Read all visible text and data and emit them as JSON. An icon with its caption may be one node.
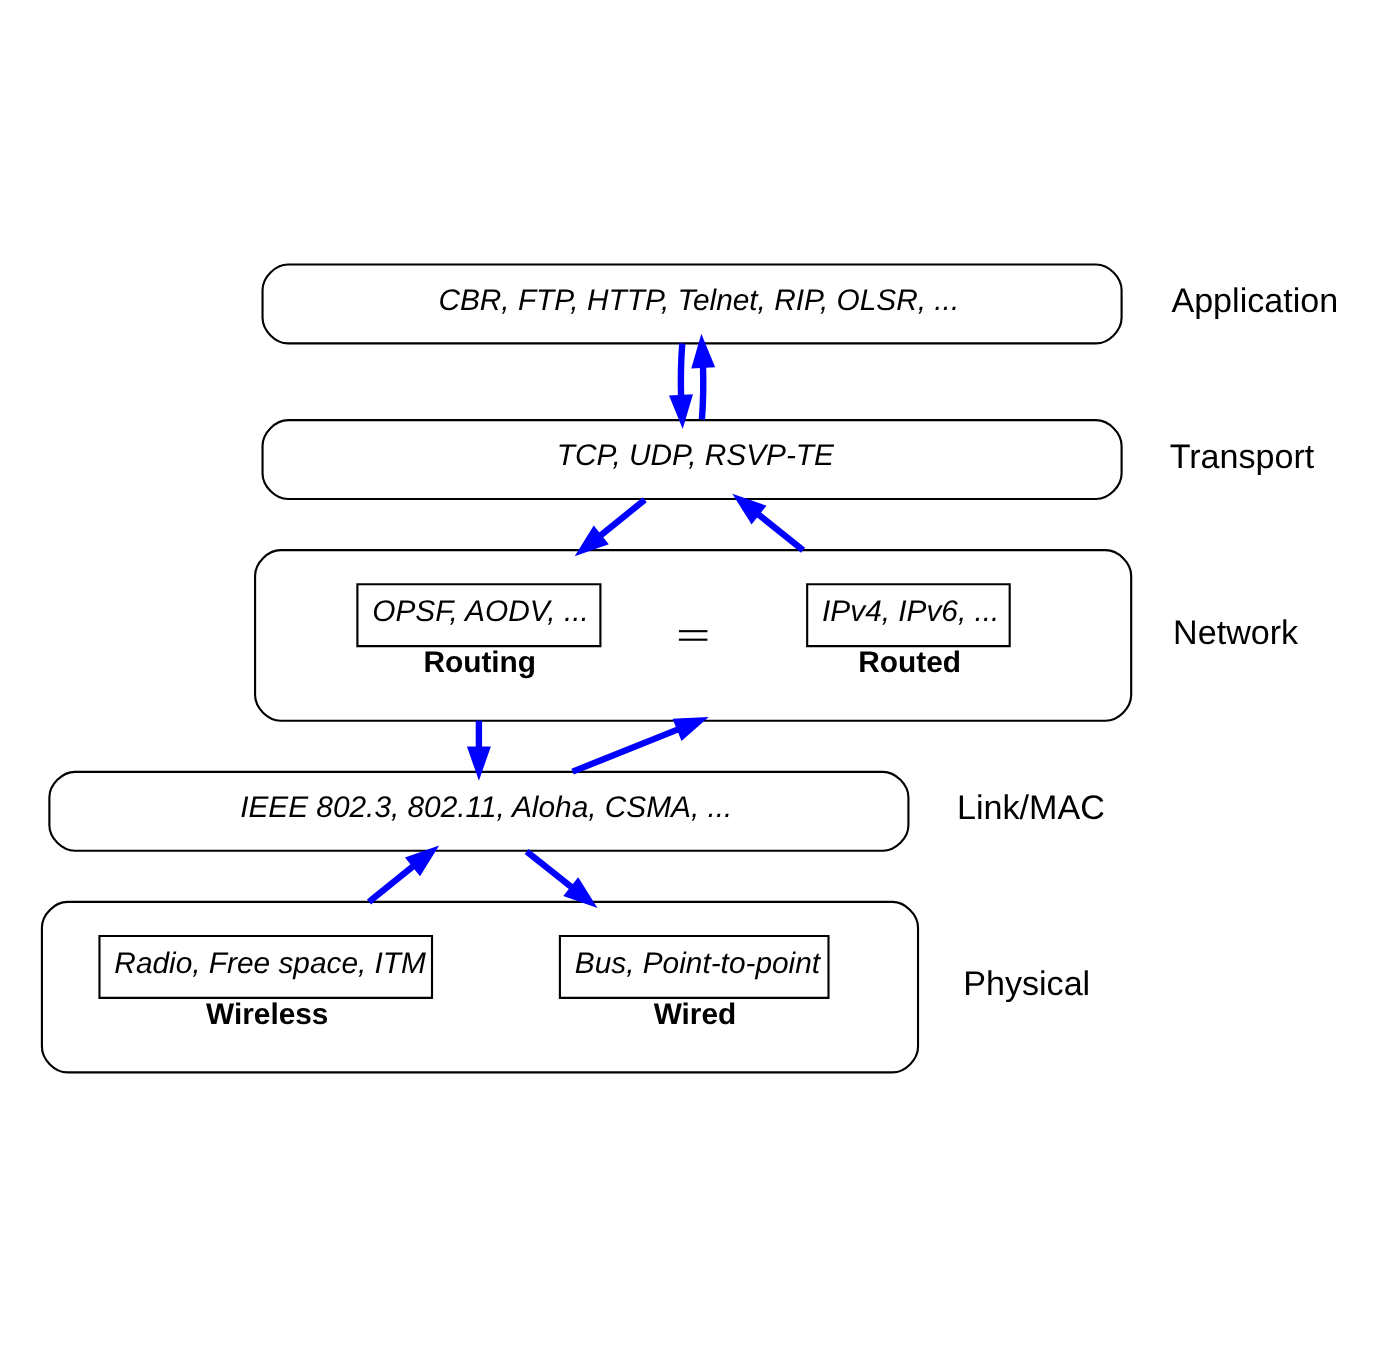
{
  "diagram": {
    "nodes": [
      {
        "text": [
          "CBR, FTP, HTTP, Telnet, RIP, OLSR, ..."
        ],
        "beside": [
          "Application"
        ]
      },
      {
        "text": [
          "TCP, UDP, RSVP-TE"
        ],
        "beside": [
          "Transport"
        ]
      },
      {
        "text": [],
        "shape": "box",
        "beside": [
          "Network"
        ]
      },
      {
        "text": [
          "OPSF, AODV, ...",
          "Routing"
        ],
        "in": 2
      },
      {
        "text": [
          "IPv4, IPv6, ...",
          "Routed"
        ],
        "in": 2
      },
      {
        "text": [
          "IEEE 802.3, 802.11, Aloha, CSMA, ..."
        ],
        "beside": [
          "Link/MAC"
        ]
      },
      {
        "text": [],
        "shape": "box",
        "beside": [
          "Physical"
        ]
      },
      {
        "text": [
          "Bus, Point-to-point",
          "Wired"
        ],
        "in": 6
      },
      {
        "text": [
          "Radio, Free space, ITM",
          "Wireless"
        ],
        "in": 6
      }
    ],
    "edges": [
      {
        "from": 0,
        "to": 1,
        "arrow": "to"
      },
      {
        "from": 1,
        "to": 0,
        "arrow": "to"
      },
      {
        "from": 1,
        "to": 2,
        "arrow": "to"
      },
      {
        "from": 2,
        "to": 1,
        "arrow": "to"
      },
      {
        "from": 3,
        "to": 4,
        "arrow": "none",
        "color": "#000000"
      },
      {
        "from": 2,
        "to": 5,
        "arrow": "to"
      },
      {
        "from": 5,
        "to": 2,
        "arrow": "to"
      },
      {
        "from": 5,
        "to": 6,
        "arrow": "to"
      },
      {
        "from": 6,
        "to": 5,
        "arrow": "to"
      }
    ]
  }
}
